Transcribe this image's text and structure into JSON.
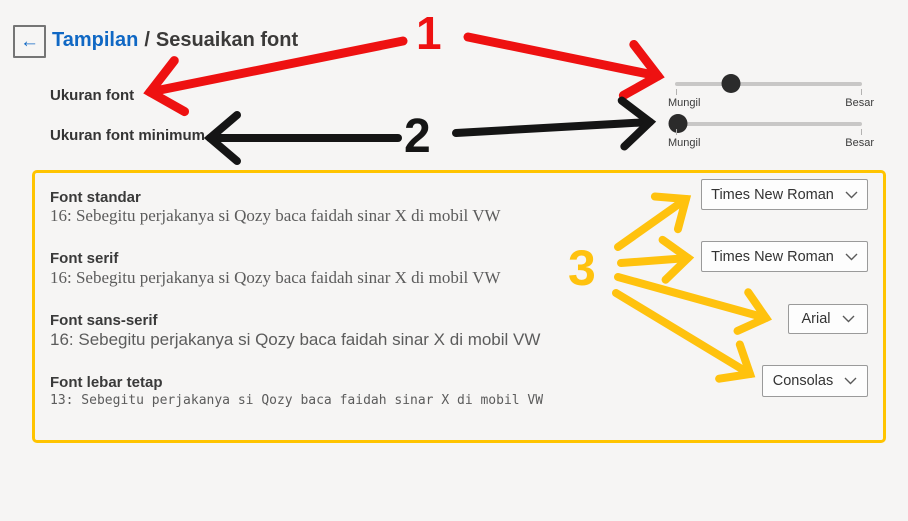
{
  "header": {
    "back_glyph": "←",
    "breadcrumb_parent": "Tampilan",
    "breadcrumb_separator": "/",
    "breadcrumb_current": "Sesuaikan font"
  },
  "sliders": [
    {
      "label": "Ukuran font",
      "min_label": "Mungil",
      "max_label": "Besar",
      "value_percent": 30
    },
    {
      "label": "Ukuran font minimum",
      "min_label": "Mungil",
      "max_label": "Besar",
      "value_percent": 1.5
    }
  ],
  "font_sections": [
    {
      "title": "Font standar",
      "sample": "16: Sebegitu perjakanya si Qozy baca faidah sinar X di mobil VW",
      "dropdown_value": "Times New Roman"
    },
    {
      "title": "Font serif",
      "sample": "16: Sebegitu perjakanya si Qozy baca faidah sinar X di mobil VW",
      "dropdown_value": "Times New Roman"
    },
    {
      "title": "Font sans-serif",
      "sample": "16: Sebegitu perjakanya si Qozy baca faidah sinar X di mobil VW",
      "dropdown_value": "Arial"
    },
    {
      "title": "Font lebar tetap",
      "sample": "13: Sebegitu perjakanya si Qozy baca faidah sinar X di mobil VW",
      "dropdown_value": "Consolas"
    }
  ],
  "annotations": {
    "label_1": "1",
    "label_2": "2",
    "label_3": "3",
    "red": "#ee1111",
    "black": "#151515",
    "yellow": "#ffc20e"
  },
  "colors": {
    "accent_blue": "#1068c4",
    "panel_border_gold": "#ffc400",
    "page_background": "#f6f5f4"
  }
}
